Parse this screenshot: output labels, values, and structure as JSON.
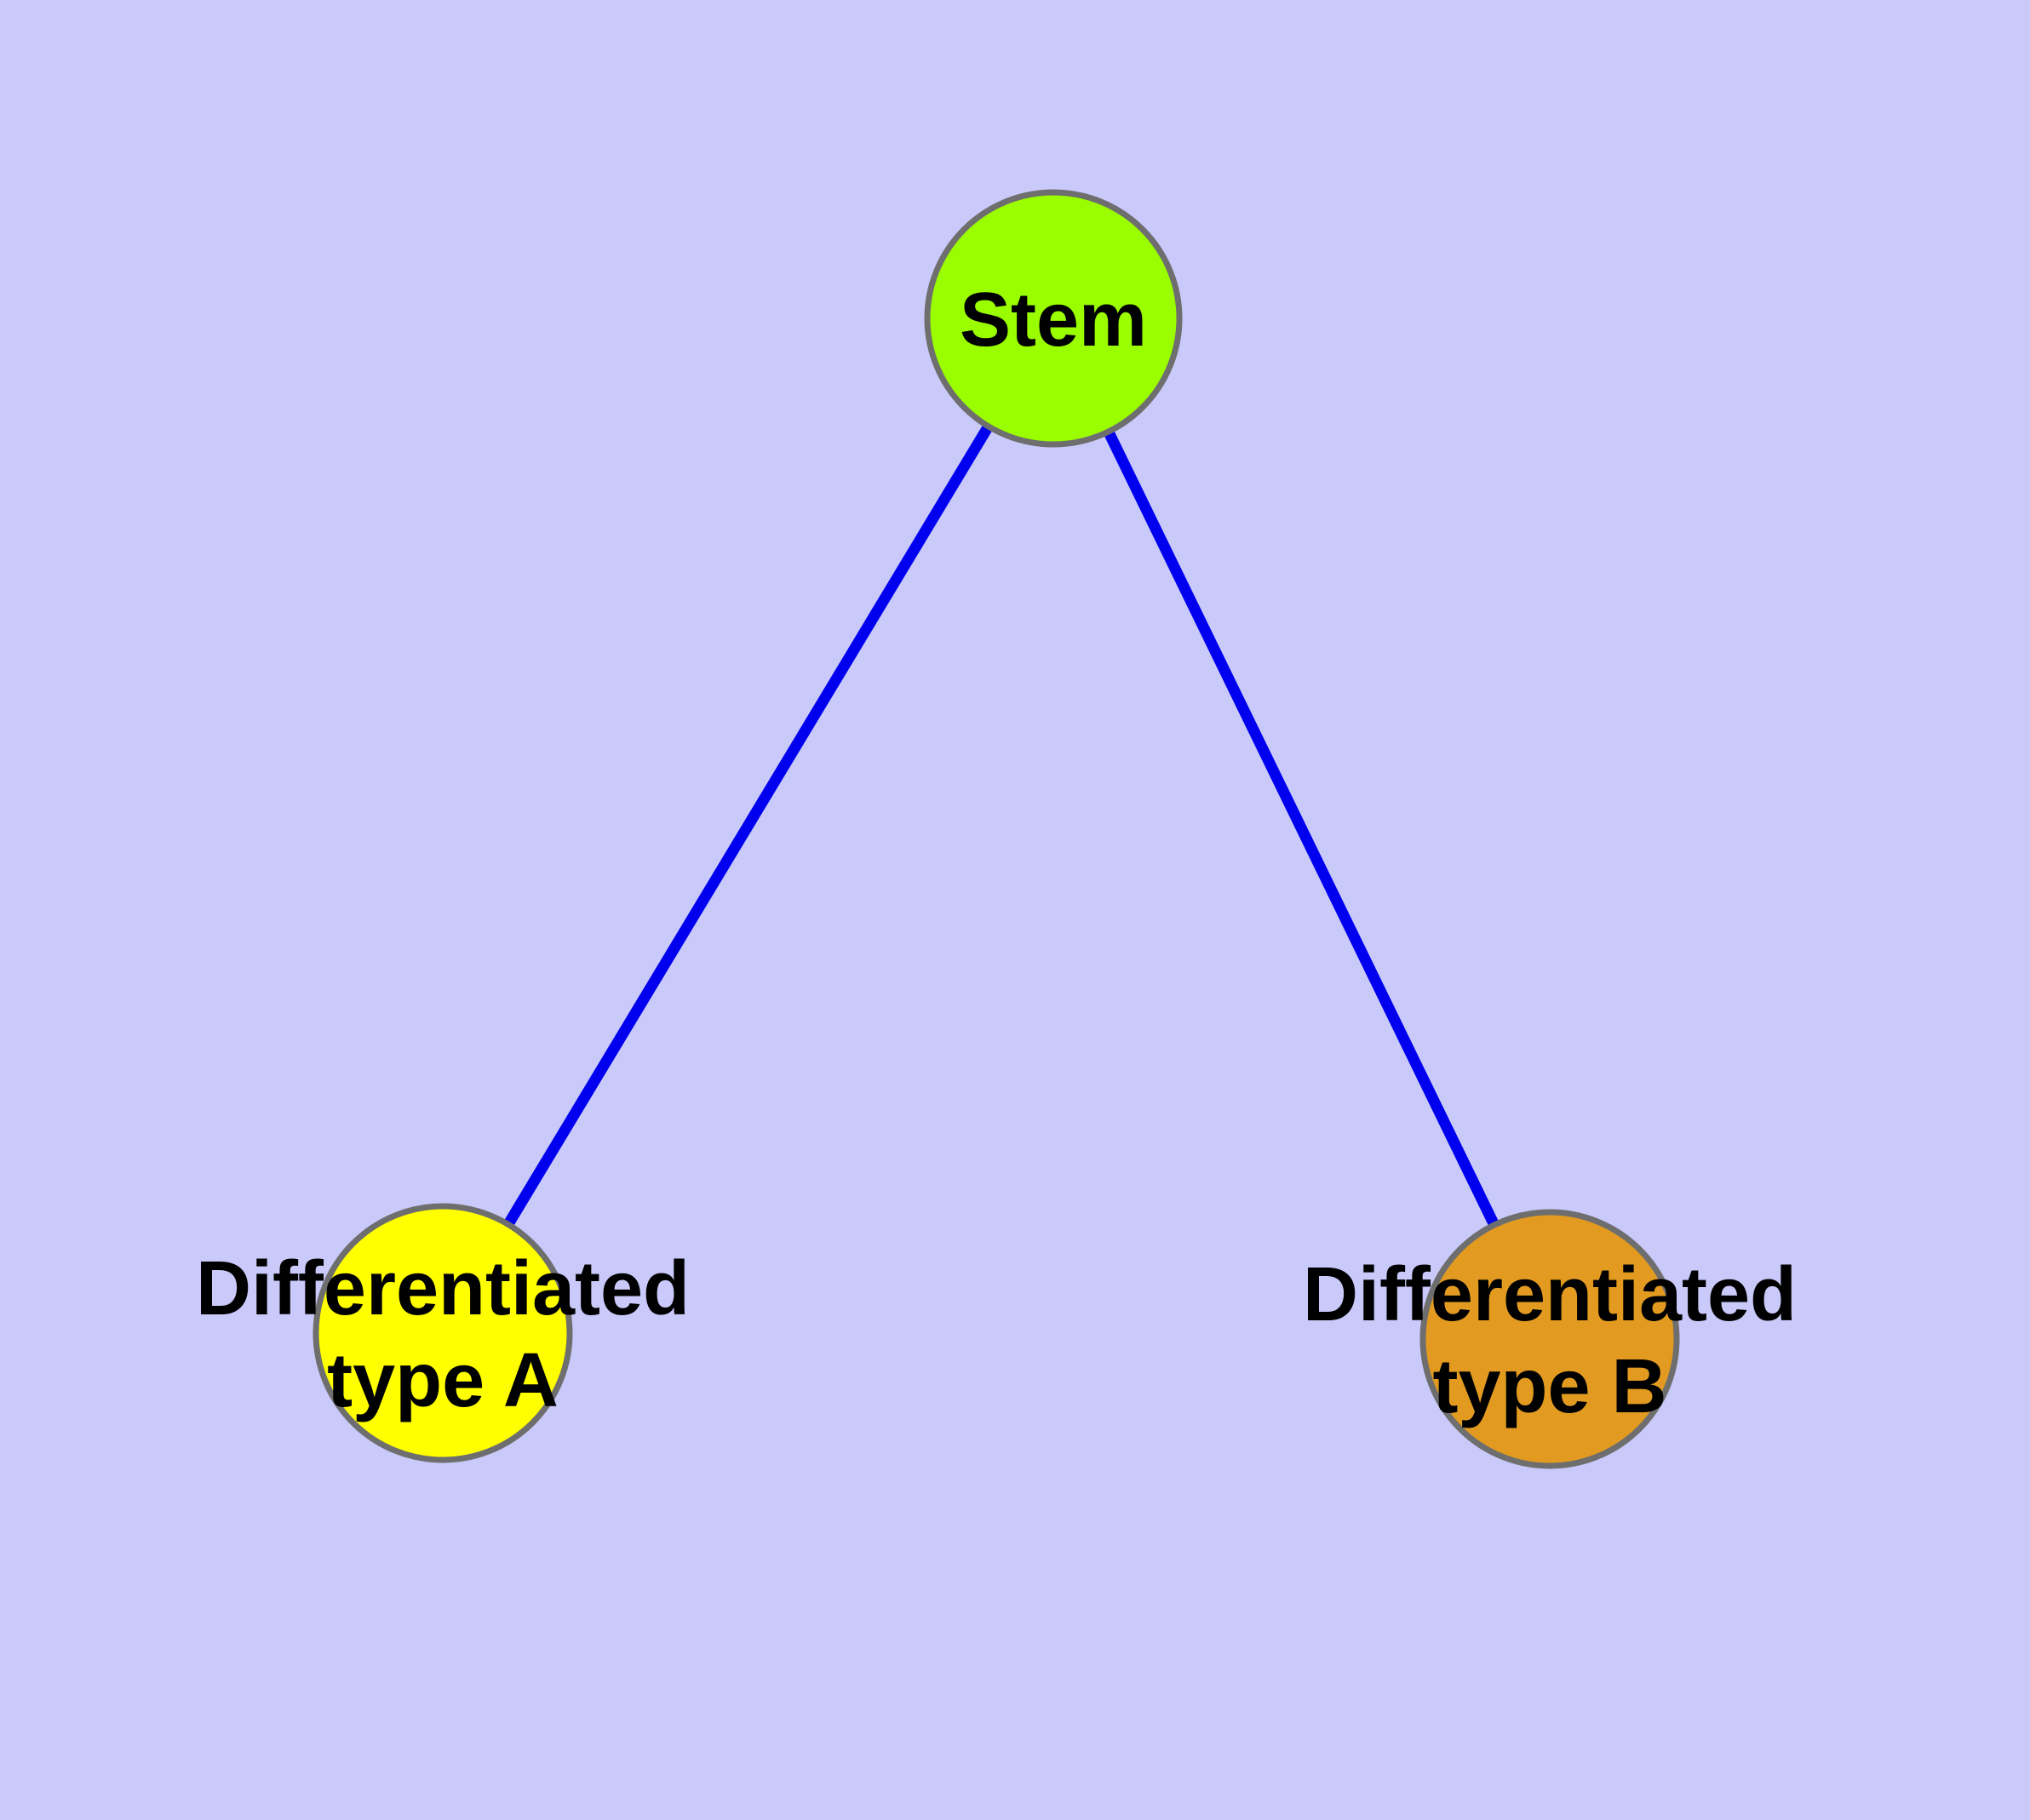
{
  "diagram": {
    "title": "",
    "background_color": "#c9c9fa",
    "edge_color": "#0000ee",
    "node_border_color": "#6e6e6e",
    "label_color": "#000000",
    "nodes": {
      "stem": {
        "label": "Stem",
        "color": "#9afe00"
      },
      "type_a": {
        "label_line1": "Differentiated",
        "label_line2": "type A",
        "color": "#ffff00"
      },
      "type_b": {
        "label_line1": "Differentiated",
        "label_line2": "type B",
        "color": "#e29b20"
      }
    },
    "edges": [
      {
        "from": "Stem",
        "to": "Differentiated type A"
      },
      {
        "from": "Stem",
        "to": "Differentiated type B"
      }
    ]
  }
}
